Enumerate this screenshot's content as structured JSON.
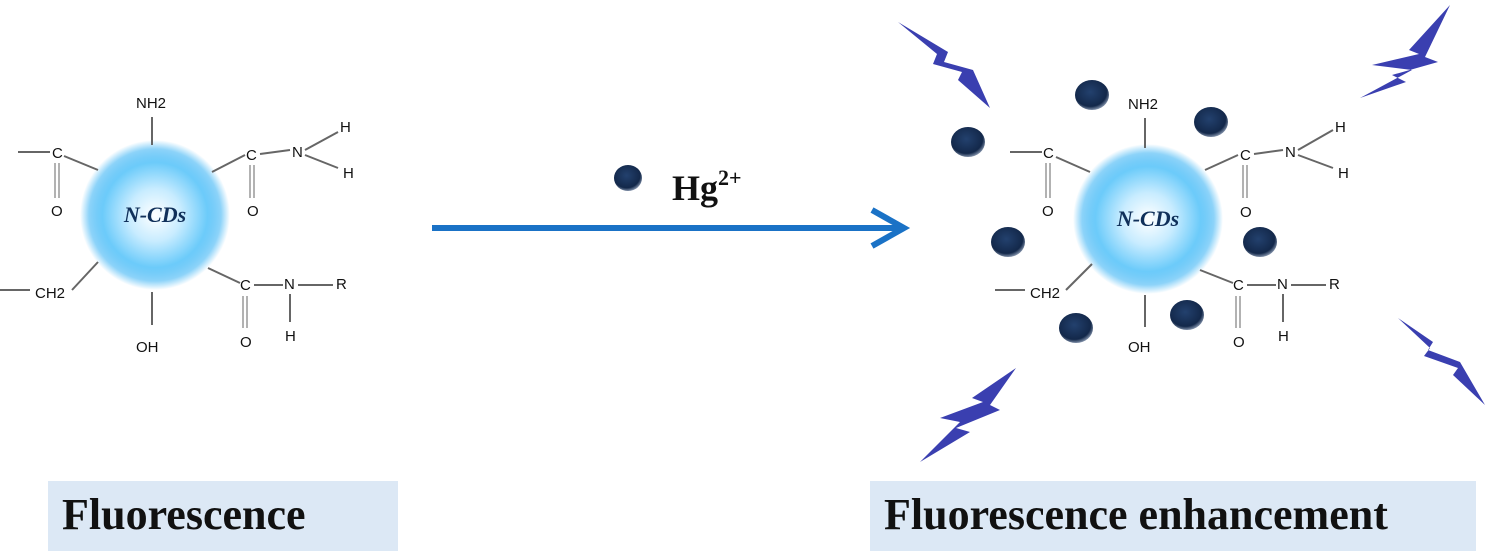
{
  "left_panel": {
    "core_label": "N-CDs",
    "caption": "Fluorescence",
    "groups": {
      "nh2": "NH2",
      "oh": "OH",
      "ch2": "CH2",
      "c": "C",
      "o": "O",
      "n": "N",
      "h": "H",
      "r": "R"
    }
  },
  "reagent": {
    "ion_base": "Hg",
    "ion_charge": "2+"
  },
  "right_panel": {
    "core_label": "N-CDs",
    "caption": "Fluorescence enhancement"
  },
  "colors": {
    "arrow": "#1a72c6",
    "ion_dot": "#13284a",
    "lightning": "#3a3fb0",
    "caption_bg": "#dce8f5",
    "core_glow": "#41b6f5"
  }
}
